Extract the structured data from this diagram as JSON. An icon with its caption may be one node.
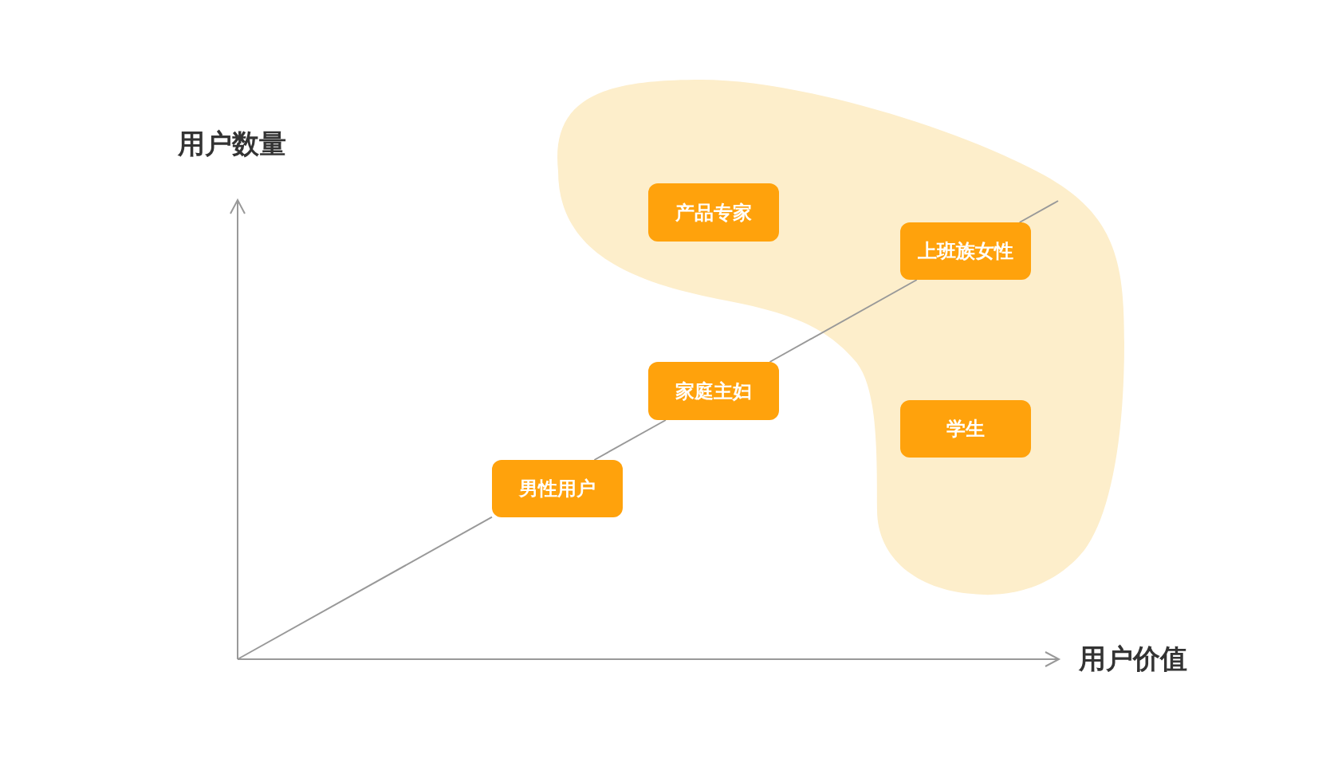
{
  "diagram": {
    "nodes": [
      {
        "text": [
          "产品专家"
        ]
      },
      {
        "text": [
          "上班族女性"
        ]
      },
      {
        "text": [
          "家庭主妇"
        ]
      },
      {
        "text": [
          "学生"
        ]
      },
      {
        "text": [
          "男性用户"
        ]
      }
    ],
    "edges": [
      {
        "from": null,
        "to": 4,
        "arrow": "none"
      },
      {
        "from": 4,
        "to": 2,
        "arrow": "none"
      },
      {
        "from": 2,
        "to": 1,
        "arrow": "none"
      },
      {
        "from": 1,
        "to": null,
        "arrow": "none"
      }
    ],
    "labels": [
      "用户数量",
      "用户价值"
    ]
  }
}
